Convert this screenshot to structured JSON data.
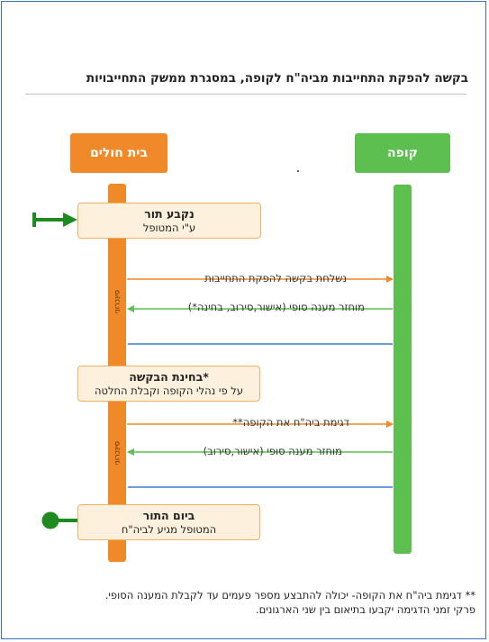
{
  "title": "בקשה להפקת התחייבות מביה\"ח לקופה, במסגרת ממשק התחייבויות",
  "colors": {
    "hospital": "#f0892a",
    "fund": "#5cbf4f",
    "box_bg": "#fdf1dd",
    "sync_line": "#3a7bd5",
    "start_marker": "#1f8a1f"
  },
  "lanes": {
    "hospital": "בית חולים",
    "fund": "קופה"
  },
  "boxes": {
    "appointment": {
      "title": "נקבע תור",
      "subtitle": "ע\"י המטופל"
    },
    "review": {
      "title": "*בחינת הבקשה",
      "subtitle": "על פי נהלי הקופה וקבלת החלטה"
    },
    "day": {
      "title": "ביום התור",
      "subtitle": "המטופל מגיע לביה\"ח"
    }
  },
  "messages": {
    "request": "נשלחת בקשה להפקת התחייבות",
    "response_1": "מוחזר מענה סופי (אישור,סירוב, בחינה*)",
    "sample": "דגימת ביה\"ח את הקופה**",
    "response_2": "מוחזר מענה סופי (אישור,סירוב)"
  },
  "sync_label": "סינכרוני",
  "footnote": {
    "line1": "** דגימת ביה\"ח את הקופה- יכולה להתבצע מספר פעמים עד לקבלת המענה הסופי.",
    "line2": "פרקי זמני הדגימה יקבעו בתיאום בין שני הארגונים."
  }
}
